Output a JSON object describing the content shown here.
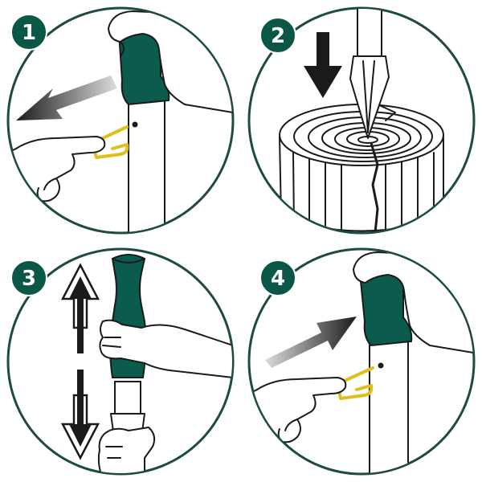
{
  "steps": [
    {
      "number": "1",
      "icon": "remove-pin-icon"
    },
    {
      "number": "2",
      "icon": "drive-wedge-into-log-icon"
    },
    {
      "number": "3",
      "icon": "slide-handle-up-down-icon"
    },
    {
      "number": "4",
      "icon": "insert-pin-icon"
    }
  ],
  "colors": {
    "accent_green": "#0c5648",
    "grip_green": "#0b5b4f",
    "pin_yellow": "#e0bf1a",
    "outline": "#1f4a44"
  }
}
